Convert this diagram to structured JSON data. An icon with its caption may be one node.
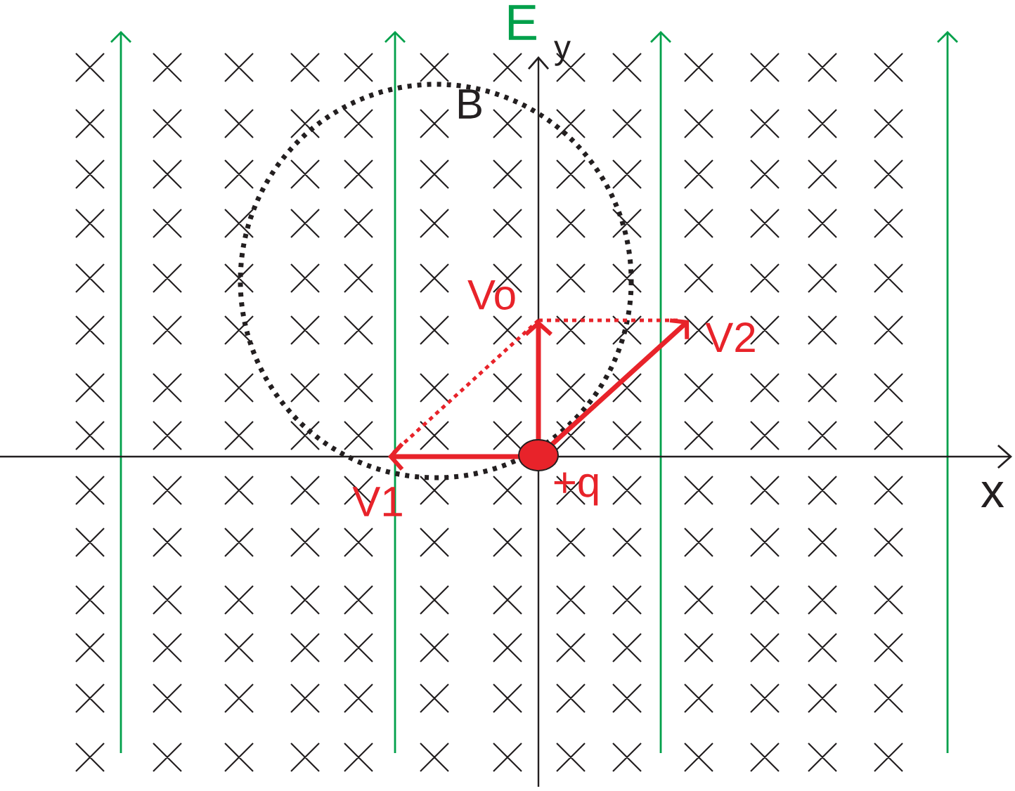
{
  "diagram": {
    "labels": [
      "E",
      "y",
      "B",
      "Vo",
      "V2",
      "V1",
      "+q",
      "x"
    ]
  }
}
